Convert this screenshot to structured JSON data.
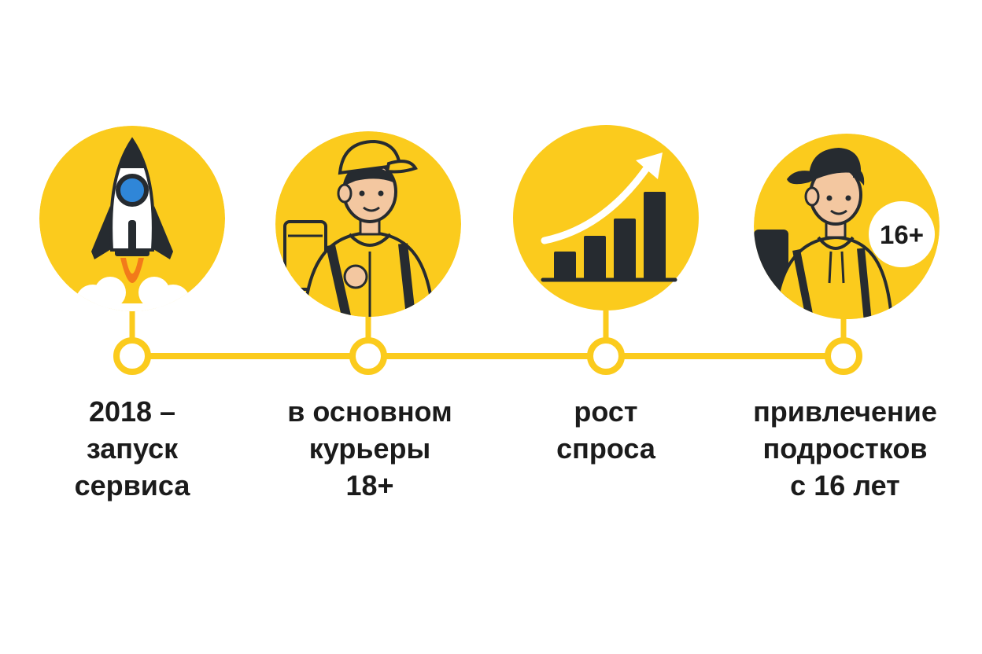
{
  "colors": {
    "accent": "#FBCB1D",
    "dark": "#262b30",
    "text": "#1b1b1b",
    "rocket_window": "#2f86d8",
    "flame": "#f27a1a"
  },
  "steps": [
    {
      "icon": "rocket-icon",
      "label": "2018 –\nзапуск\nсервиса"
    },
    {
      "icon": "courier-icon",
      "label": "в основном\nкурьеры\n18+"
    },
    {
      "icon": "growth-chart-icon",
      "label": "рост\nспроса"
    },
    {
      "icon": "teen-courier-icon",
      "label": "привлечение\nподростков\nс 16 лет",
      "badge": "16+"
    }
  ]
}
